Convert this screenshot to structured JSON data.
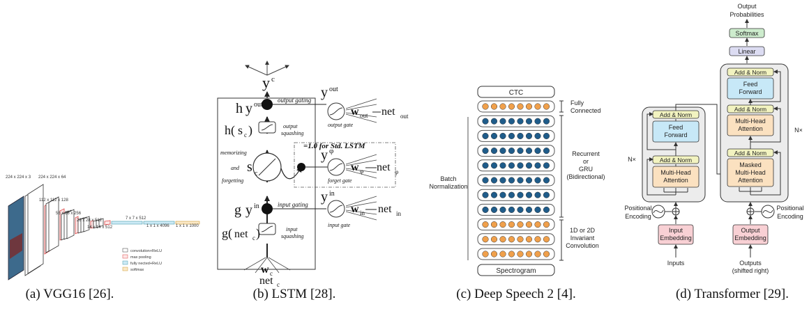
{
  "captions": {
    "a": "(a) VGG16 [26].",
    "b": "(b) LSTM [28].",
    "c": "(c) Deep Speech 2 [4].",
    "d": "(d) Transformer [29]."
  },
  "vgg": {
    "dims": [
      "224 x 224 x 3",
      "224 x 224 x 64",
      "112 x 112 x 128",
      "56 x 56 x 256",
      "28 x 28 x 512",
      "14 x 14 x 512",
      "7 x 7 x 512",
      "1 x 1 x 4096",
      "1 x 1 x 1000"
    ],
    "legend": [
      "convolution+ReLU",
      "max pooling",
      "fully nected+ReLU",
      "softmax"
    ]
  },
  "lstm": {
    "yc": "y",
    "yc_sup": "c",
    "h_left": "h",
    "yout": "y",
    "yout_sup": "out",
    "out_gating": "output gating",
    "hs_h": "h(",
    "hs_s": "s",
    "hs_sub": "c",
    "hs_close": ")",
    "out_squash_1": "output",
    "out_squash_2": "squashing",
    "yout_right": "y",
    "yout_right_sup": "out",
    "w_out": "w",
    "w_out_sub": "out",
    "net_out": "net",
    "net_out_sub": "out",
    "out_gate": "output gate",
    "std_note": "=1.0 for Std. LSTM",
    "mem1": "memorizing",
    "mem2": "and",
    "mem3": "forgetting",
    "sc": "s",
    "sc_sub": "c",
    "yphi": "y",
    "yphi_sup": "φ",
    "w_phi": "w",
    "w_phi_sub": "φ",
    "net_phi": "net",
    "net_phi_sub": "φ",
    "forget_gate": "forget gate",
    "g_left": "g",
    "yin": "y",
    "yin_sup": "in",
    "in_gating": "input gating",
    "yin_right": "y",
    "yin_right_sup": "in",
    "w_in": "w",
    "w_in_sub": "in",
    "net_in": "net",
    "net_in_sub": "in",
    "in_gate": "input gate",
    "gnet_open": "g(",
    "gnet_net": "net",
    "gnet_sub": "c",
    "gnet_close": ")",
    "in_squash_1": "input",
    "in_squash_2": "squashing",
    "wc": "w",
    "wc_sub": "c",
    "netc": "net",
    "netc_sub": "c"
  },
  "ds2": {
    "ctc": "CTC",
    "spectrogram": "Spectrogram",
    "fc": [
      "Fully",
      "Connected"
    ],
    "rnn": [
      "Recurrent",
      "or",
      "GRU",
      "(Bidirectional)"
    ],
    "conv": [
      "1D or 2D",
      "Invariant",
      "Convolution"
    ],
    "bn": [
      "Batch",
      "Normalization"
    ],
    "colors": {
      "orange": "#f0a04b",
      "blue": "#1f5c8a"
    }
  },
  "transformer": {
    "output_probs": [
      "Output",
      "Probabilities"
    ],
    "softmax": "Softmax",
    "linear": "Linear",
    "add_norm": "Add & Norm",
    "feed_forward": [
      "Feed",
      "Forward"
    ],
    "mha": [
      "Multi-Head",
      "Attention"
    ],
    "masked_mha": [
      "Masked",
      "Multi-Head",
      "Attention"
    ],
    "nx": "N×",
    "pos_enc": [
      "Positional",
      "Encoding"
    ],
    "input_emb": [
      "Input",
      "Embedding"
    ],
    "output_emb": [
      "Output",
      "Embedding"
    ],
    "inputs": "Inputs",
    "outputs": [
      "Outputs",
      "(shifted right)"
    ],
    "colors": {
      "addnorm": "#f2f3c0",
      "ff": "#c7e8f7",
      "attn": "#fbe1c0",
      "emb": "#f8d0d4",
      "softmax": "#cdeccd",
      "linear": "#dcdcf2",
      "stack": "#ececec"
    }
  }
}
